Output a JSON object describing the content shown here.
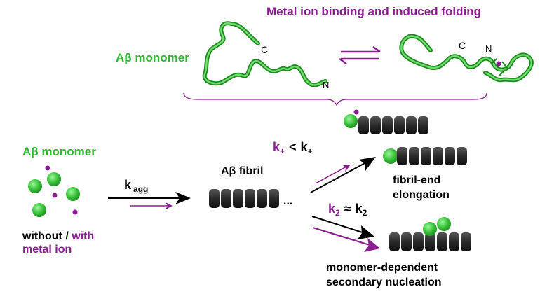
{
  "colors": {
    "purple": "#8a1d8f",
    "green": "#2fb52f",
    "green_light": "#6ee06e",
    "dark": "#2a2a2a",
    "black": "#000000"
  },
  "top": {
    "title": "Metal ion binding and induced folding",
    "monomer_label": "Aβ monomer",
    "c_label_left": "C",
    "n_label_left": "N",
    "c_label_right": "C",
    "n_label_right": "N"
  },
  "left": {
    "monomer_label": "Aβ monomer",
    "without_text": "without / ",
    "with_text": "with",
    "metal_ion_text": "metal ion"
  },
  "kagg": {
    "k": "k",
    "sub": "agg"
  },
  "fibril": {
    "label": "Aβ fibril",
    "dots": "..."
  },
  "rate_top": {
    "k1": "k",
    "sub1": "+",
    "op": "<",
    "k2": "k",
    "sub2": "+"
  },
  "rate_bottom": {
    "k1": "k",
    "sub1": "2",
    "op": "≈",
    "k2": "k",
    "sub2": "2"
  },
  "elongation": {
    "line1": "fibril-end",
    "line2": "elongation"
  },
  "nucleation": {
    "line1": "monomer-dependent",
    "line2": "secondary nucleation"
  }
}
